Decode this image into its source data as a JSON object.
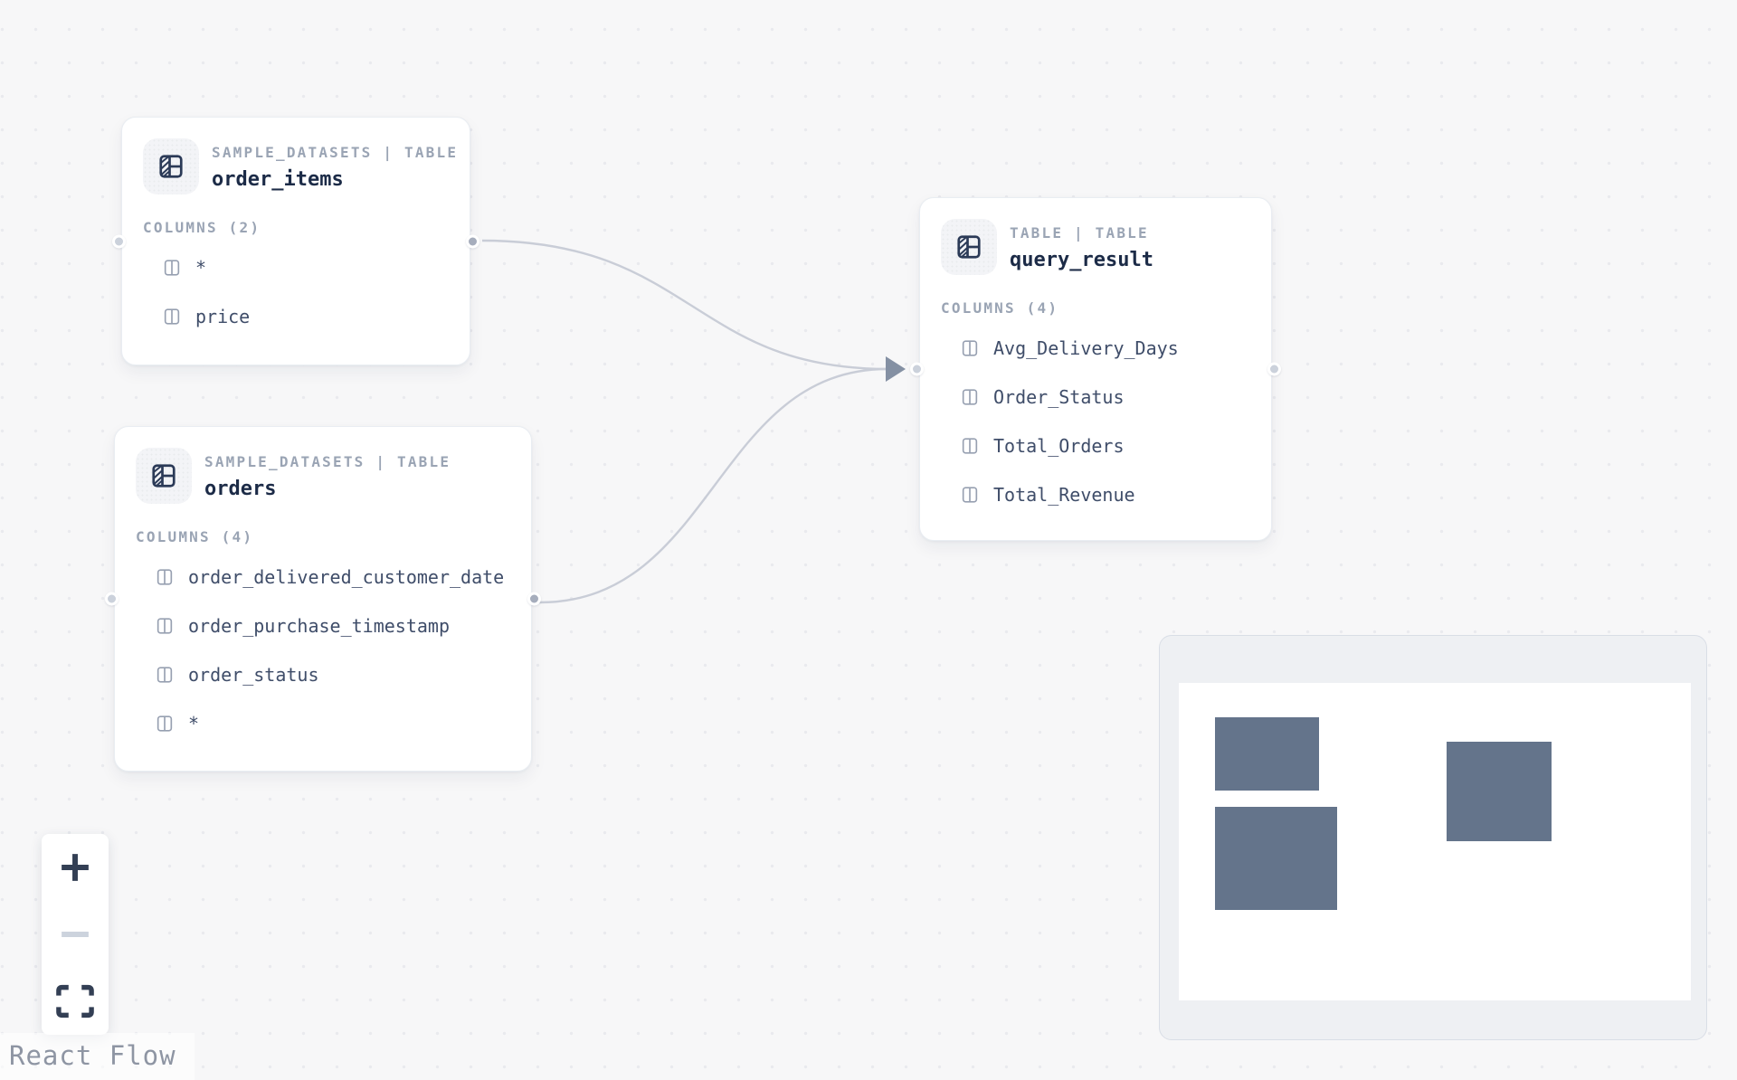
{
  "attribution": {
    "label": "React Flow"
  },
  "nodes": [
    {
      "badge": "SAMPLE_DATASETS | TABLE",
      "title": "order_items",
      "columns_label": "COLUMNS (2)",
      "columns": [
        "*",
        "price"
      ]
    },
    {
      "badge": "SAMPLE_DATASETS | TABLE",
      "title": "orders",
      "columns_label": "COLUMNS (4)",
      "columns": [
        "order_delivered_customer_date",
        "order_purchase_timestamp",
        "order_status",
        "*"
      ]
    },
    {
      "badge": "TABLE | TABLE",
      "title": "query_result",
      "columns_label": "COLUMNS (4)",
      "columns": [
        "Avg_Delivery_Days",
        "Order_Status",
        "Total_Orders",
        "Total_Revenue"
      ]
    }
  ],
  "edges": [
    {
      "from": "order_items",
      "to": "query_result"
    },
    {
      "from": "orders",
      "to": "query_result"
    }
  ],
  "controls": [
    {
      "name": "zoom-in",
      "icon": "plus-icon",
      "enabled": true
    },
    {
      "name": "zoom-out",
      "icon": "minus-icon",
      "enabled": false
    },
    {
      "name": "fit-view",
      "icon": "fullscreen-icon",
      "enabled": true
    }
  ],
  "minimap": {
    "node_count": 3
  },
  "icons": {
    "node_header": "table-icon",
    "column_row": "columns-icon",
    "edge_end": "arrowhead-icon"
  },
  "colors": {
    "canvas_bg": "#f7f7f8",
    "node_bg": "#ffffff",
    "title_text": "#1c2b47",
    "muted_text": "#9aa4b4",
    "column_text": "#3f4d69",
    "edge": "#c9cdd7",
    "arrowhead": "#8490a3",
    "minimap_node": "#64748b",
    "handle_source": "#a6adbc",
    "handle_target": "#cbd1db"
  }
}
